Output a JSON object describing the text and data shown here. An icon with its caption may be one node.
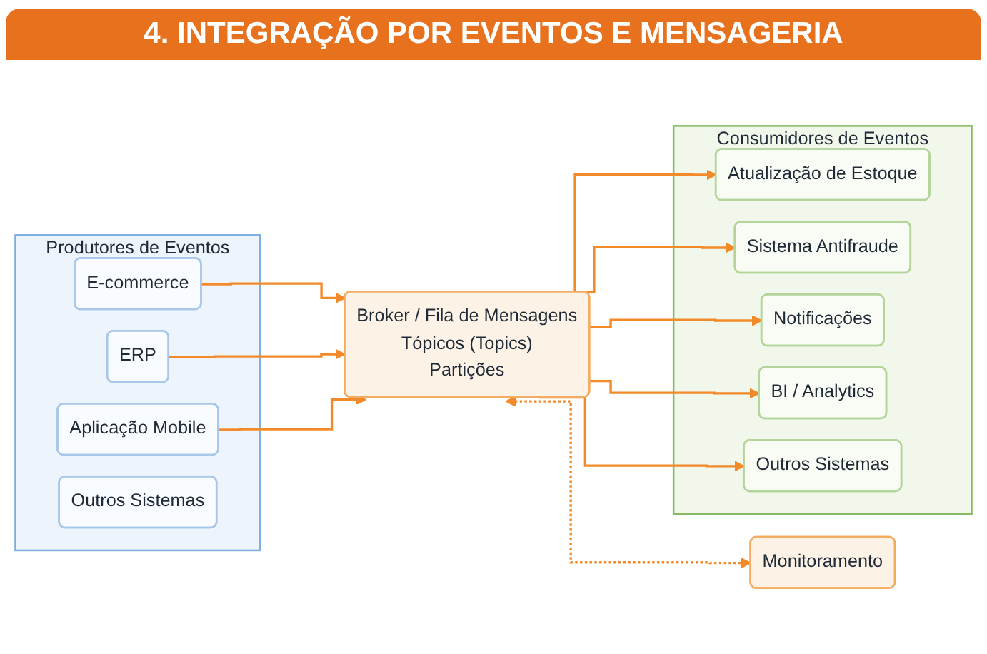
{
  "diagram": {
    "title": "4. INTEGRAÇÃO POR EVENTOS E MENSAGERIA",
    "nodes": [
      {
        "text": [
          "Produtores de Eventos"
        ]
      },
      {
        "text": [
          "E-commerce"
        ],
        "in": 0
      },
      {
        "text": [
          "ERP"
        ],
        "in": 0
      },
      {
        "text": [
          "Aplicação Mobile"
        ],
        "in": 0
      },
      {
        "text": [
          "Outros Sistemas"
        ],
        "in": 0
      },
      {
        "text": [
          "Broker / Fila de Mensagens",
          "Tópicos (Topics)",
          "Partições"
        ]
      },
      {
        "text": [
          "Consumidores de Eventos"
        ]
      },
      {
        "text": [
          "Atualização de Estoque"
        ],
        "in": 6
      },
      {
        "text": [
          "Sistema Antifraude"
        ],
        "in": 6
      },
      {
        "text": [
          "Notificações"
        ],
        "in": 6
      },
      {
        "text": [
          "BI / Analytics"
        ],
        "in": 6
      },
      {
        "text": [
          "Outros Sistemas"
        ],
        "in": 6
      },
      {
        "text": [
          "Monitoramento"
        ]
      }
    ],
    "edges": [
      {
        "from": 1,
        "to": 5,
        "arrow": "to"
      },
      {
        "from": 2,
        "to": 5,
        "arrow": "to"
      },
      {
        "from": 3,
        "to": 5,
        "arrow": "to"
      },
      {
        "from": 5,
        "to": 7,
        "arrow": "to"
      },
      {
        "from": 5,
        "to": 8,
        "arrow": "to"
      },
      {
        "from": 5,
        "to": 9,
        "arrow": "to"
      },
      {
        "from": 5,
        "to": 10,
        "arrow": "to"
      },
      {
        "from": 5,
        "to": 11,
        "arrow": "to"
      },
      {
        "from": 5,
        "to": 12,
        "arrow": "both",
        "style": "dashed"
      }
    ]
  }
}
